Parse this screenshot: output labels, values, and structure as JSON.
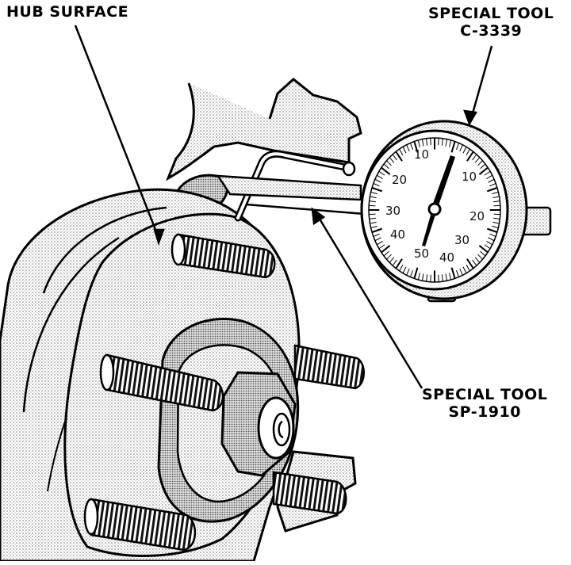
{
  "labels": {
    "hub_surface": "HUB SURFACE",
    "tool_c3339_line1": "SPECIAL TOOL",
    "tool_c3339_line2": "C-3339",
    "tool_sp1910_line1": "SPECIAL TOOL",
    "tool_sp1910_line2": "SP-1910"
  },
  "dial": {
    "numbers": [
      "10",
      "20",
      "30",
      "40",
      "50",
      "10",
      "20",
      "30",
      "40"
    ]
  },
  "colors": {
    "ink": "#000000",
    "shade": "#bdbdbd",
    "paper": "#ffffff"
  }
}
